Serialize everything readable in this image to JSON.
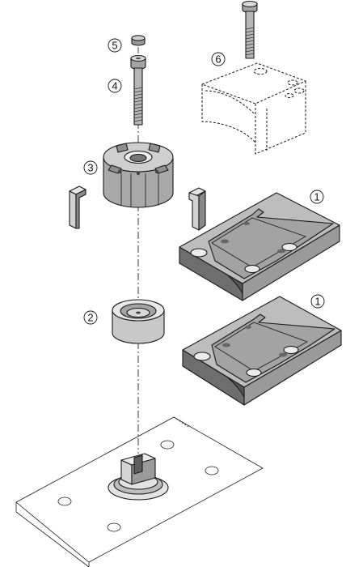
{
  "figure": {
    "callouts": {
      "plate_upper": "1",
      "plate_lower": "1",
      "insert": "2",
      "clamp_nut": "3",
      "screw": "4",
      "cap": "5",
      "optional_block": "6"
    }
  },
  "colors": {
    "outline": "#1a1a1a",
    "top_face": "#bdbdbd",
    "side_face": "#8a8a8a",
    "dark_face": "#6e6e6e",
    "light_face": "#e3e3e3",
    "background": "#ffffff"
  }
}
